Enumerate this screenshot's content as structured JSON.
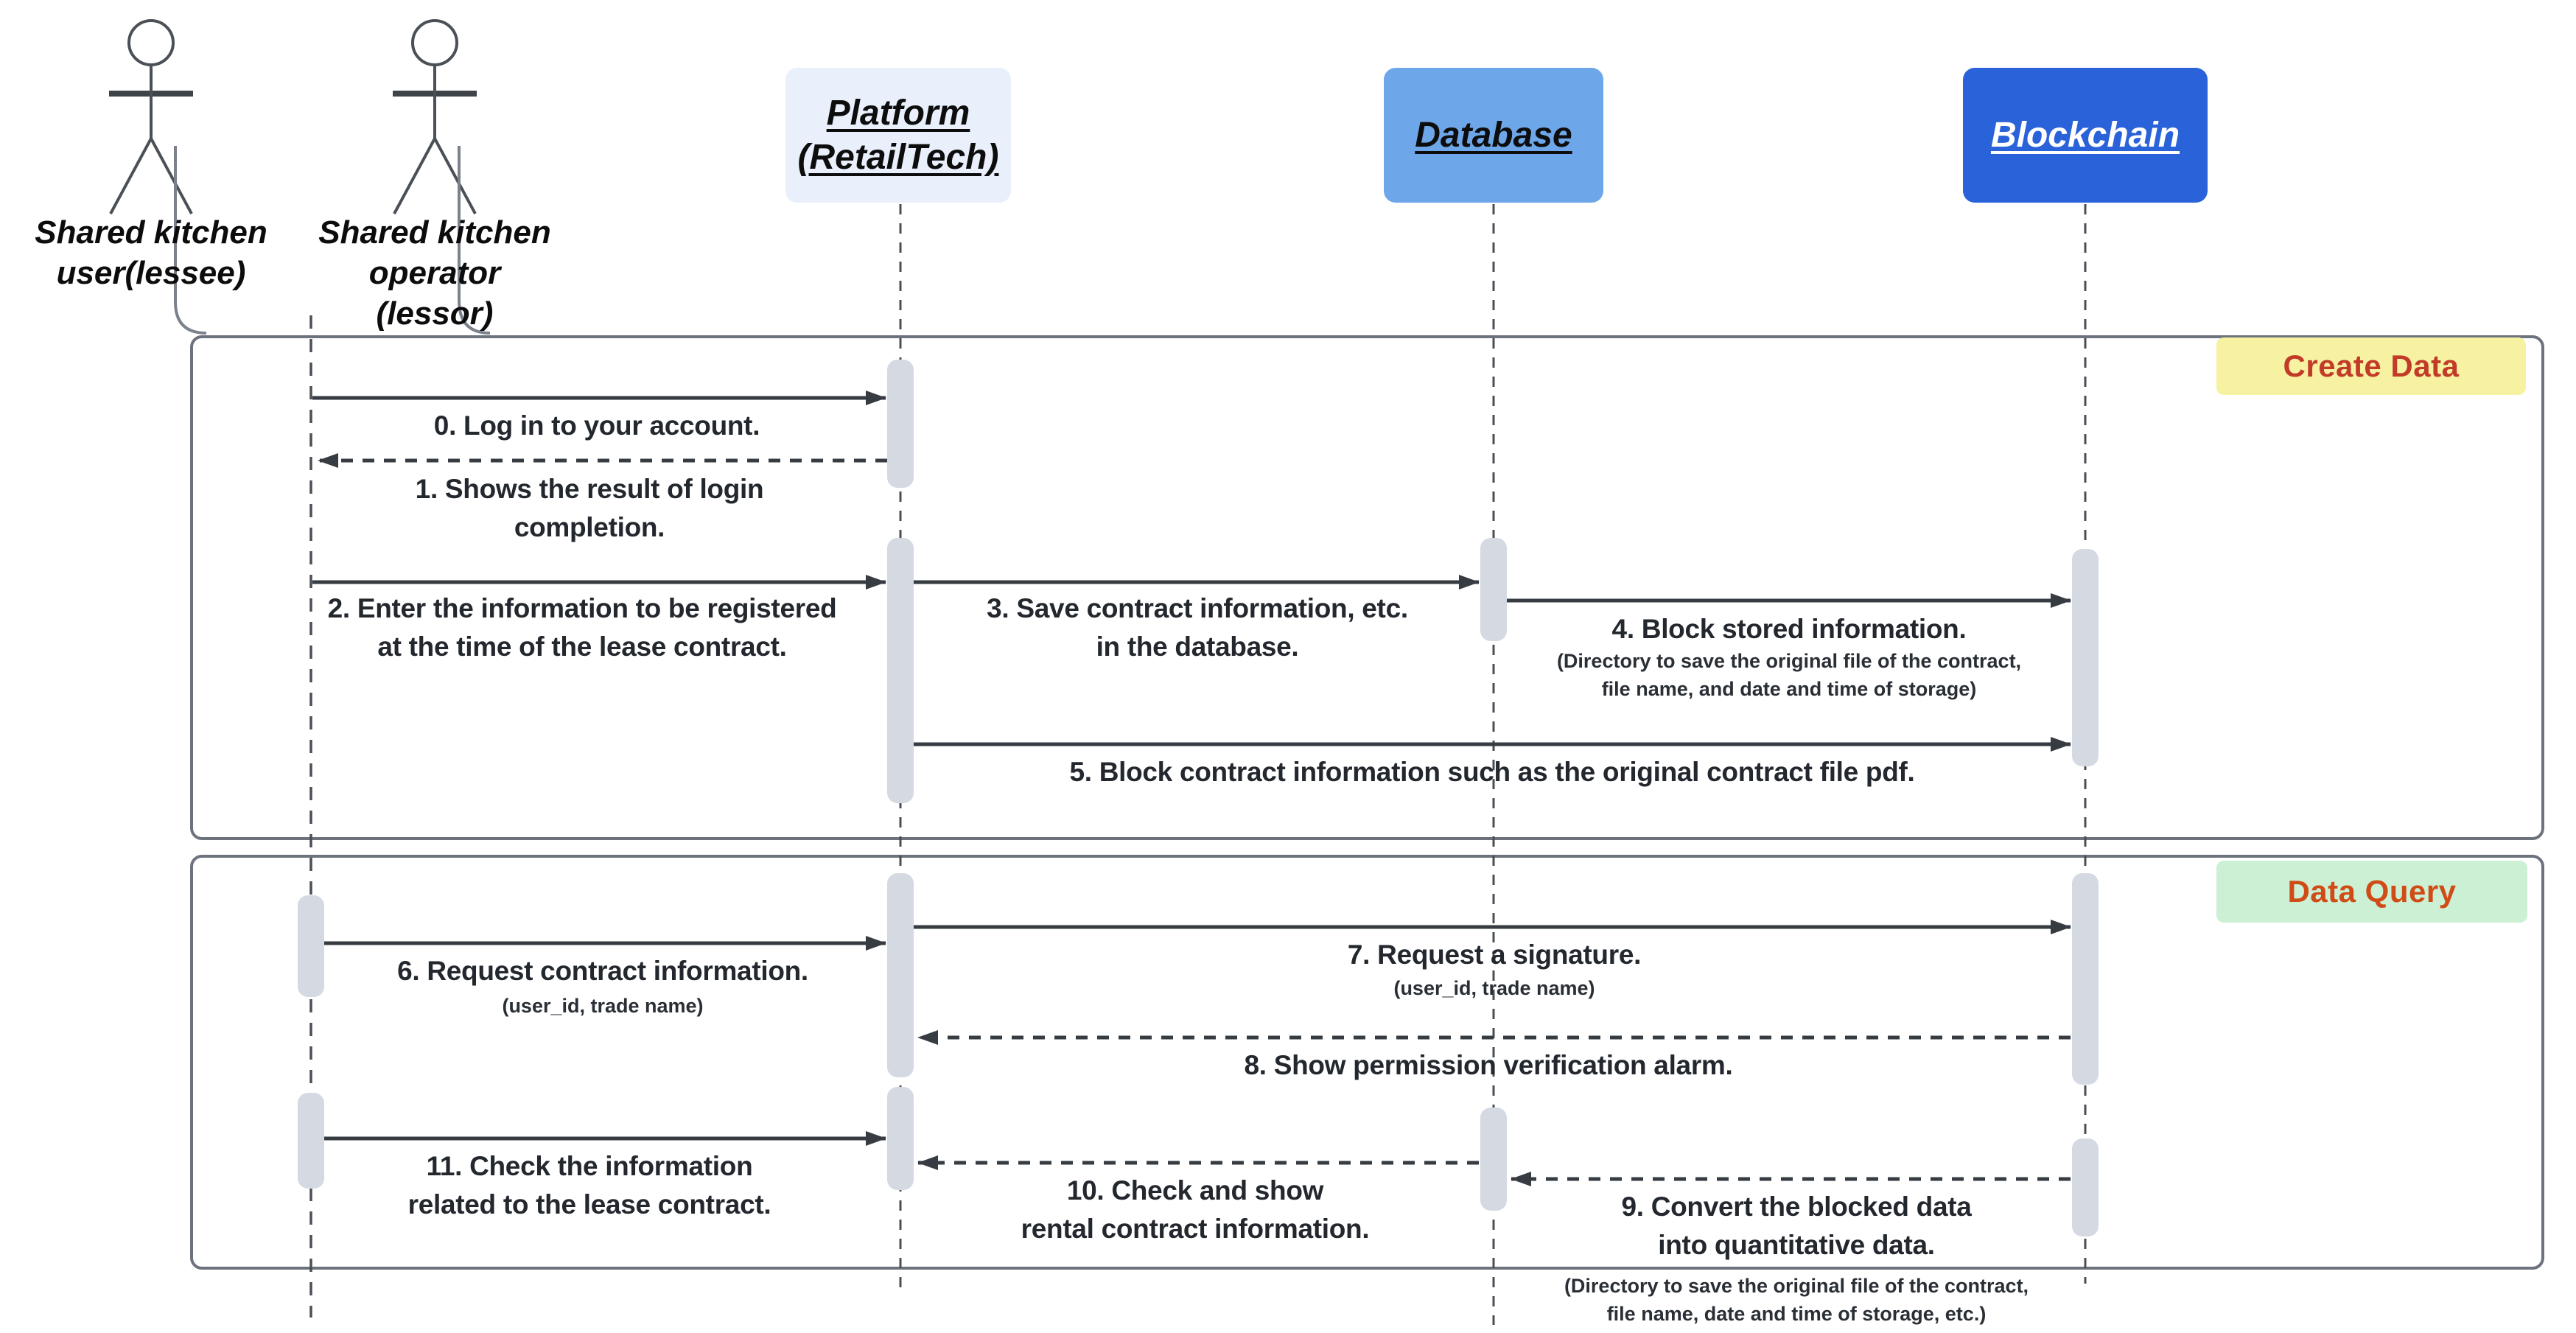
{
  "actors": [
    {
      "lines": [
        "Shared kitchen",
        "user(lessee)"
      ]
    },
    {
      "lines": [
        "Shared kitchen",
        "operator",
        "(lessor)"
      ]
    }
  ],
  "participants": [
    {
      "lines": [
        "Platform",
        "(RetailTech)"
      ]
    },
    {
      "lines": [
        "Database"
      ]
    },
    {
      "lines": [
        "Blockchain"
      ]
    }
  ],
  "frames": [
    {
      "label": "Create Data"
    },
    {
      "label": "Data Query"
    }
  ],
  "messages": {
    "m0": {
      "lines": [
        "0. Log in to your account."
      ]
    },
    "m1": {
      "lines": [
        "1. Shows the result of login",
        "completion."
      ]
    },
    "m2": {
      "lines": [
        "2. Enter the information to be registered",
        "at the time of the lease contract."
      ]
    },
    "m3": {
      "lines": [
        "3. Save contract information, etc.",
        "in the database."
      ]
    },
    "m4": {
      "lines": [
        "4. Block stored information."
      ],
      "note": [
        "(Directory to save the original file of the contract,",
        "file name, and date and time of storage)"
      ]
    },
    "m5": {
      "lines": [
        "5. Block contract information such as the original contract file pdf."
      ]
    },
    "m6": {
      "lines": [
        "6. Request contract information."
      ],
      "note": [
        "(user_id, trade name)"
      ]
    },
    "m7": {
      "lines": [
        "7. Request a signature."
      ],
      "note": [
        "(user_id, trade name)"
      ]
    },
    "m8": {
      "lines": [
        "8. Show permission verification alarm."
      ]
    },
    "m9": {
      "lines": [
        "9. Convert the blocked data",
        "into quantitative data."
      ],
      "note": [
        "(Directory to save the original file of the contract,",
        "file name, date and time of storage, etc.)"
      ]
    },
    "m10": {
      "lines": [
        "10. Check and show",
        "rental contract information."
      ]
    },
    "m11": {
      "lines": [
        "11. Check the information",
        "related to the lease contract."
      ]
    }
  },
  "colors": {
    "platform_fill": "#e9f0fc",
    "database_fill": "#6ea7e9",
    "blockchain_fill": "#2a63d9",
    "create_data_bg": "#f6f2a2",
    "create_data_text": "#c23b28",
    "data_query_bg": "#cbf0d4",
    "data_query_text": "#d04b16",
    "activation_fill": "#d4d9e2",
    "frame_border": "#6d737c",
    "arrow": "#363c42",
    "text": "#23272e"
  }
}
